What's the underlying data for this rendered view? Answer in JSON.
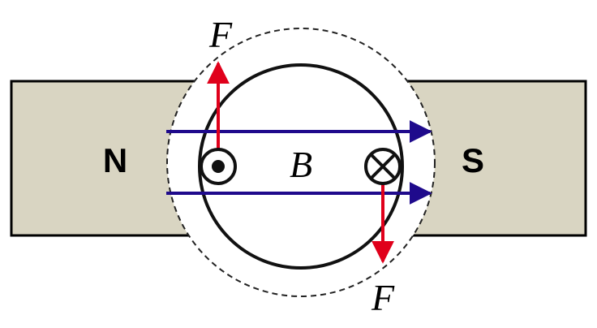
{
  "labels": {
    "north_pole": "N",
    "south_pole": "S",
    "field": "B",
    "force_top": "F",
    "force_bottom": "F"
  },
  "symbols": {
    "current_out_of_page": "dot-in-circle-icon",
    "current_into_page": "cross-in-circle-icon"
  },
  "colors": {
    "magnet_fill": "#d9d5c2",
    "field_lines": "#1f0a8c",
    "force_arrows": "#e0001b",
    "outline": "#000000"
  }
}
